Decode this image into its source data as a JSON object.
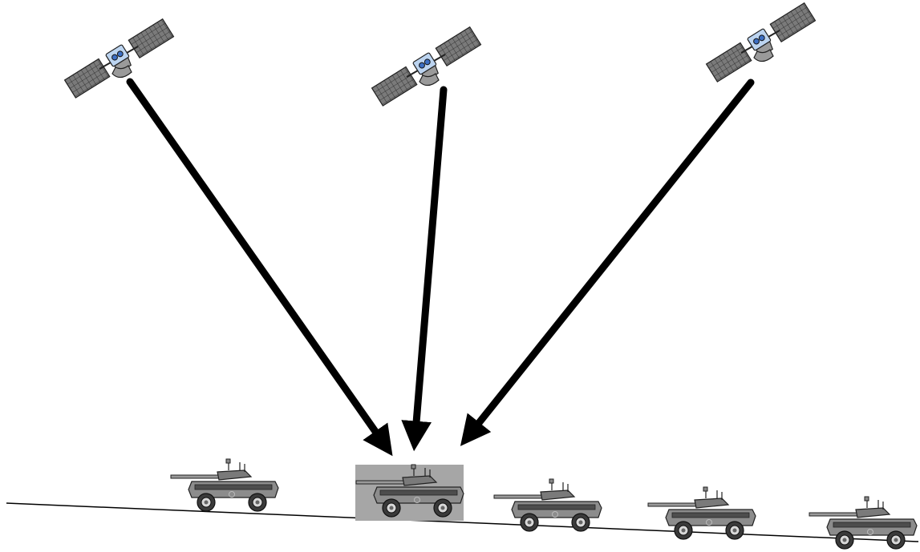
{
  "diagram": {
    "satellites": [
      {
        "id": "sat-left",
        "icon": "satellite-icon"
      },
      {
        "id": "sat-center",
        "icon": "satellite-icon"
      },
      {
        "id": "sat-right",
        "icon": "satellite-icon"
      }
    ],
    "vehicles": [
      {
        "id": "vehicle-1",
        "icon": "armored-vehicle-icon",
        "highlighted": false
      },
      {
        "id": "vehicle-2",
        "icon": "armored-vehicle-icon",
        "highlighted": true
      },
      {
        "id": "vehicle-3",
        "icon": "armored-vehicle-icon",
        "highlighted": false
      },
      {
        "id": "vehicle-4",
        "icon": "armored-vehicle-icon",
        "highlighted": false
      },
      {
        "id": "vehicle-5",
        "icon": "armored-vehicle-icon",
        "highlighted": false
      }
    ],
    "signals": [
      {
        "from": "sat-left",
        "to": "vehicle-2"
      },
      {
        "from": "sat-center",
        "to": "vehicle-2"
      },
      {
        "from": "sat-right",
        "to": "vehicle-2"
      }
    ],
    "colors": {
      "arrow": "#000000",
      "ground": "#000000",
      "highlight": "#a6a6a6",
      "panel": "#7a7a7a",
      "satellite_body": "#bcd4f0",
      "satellite_lens": "#3d6fc4",
      "vehicle_body": "#8c8c8c",
      "vehicle_dark": "#4d4d4d"
    }
  }
}
